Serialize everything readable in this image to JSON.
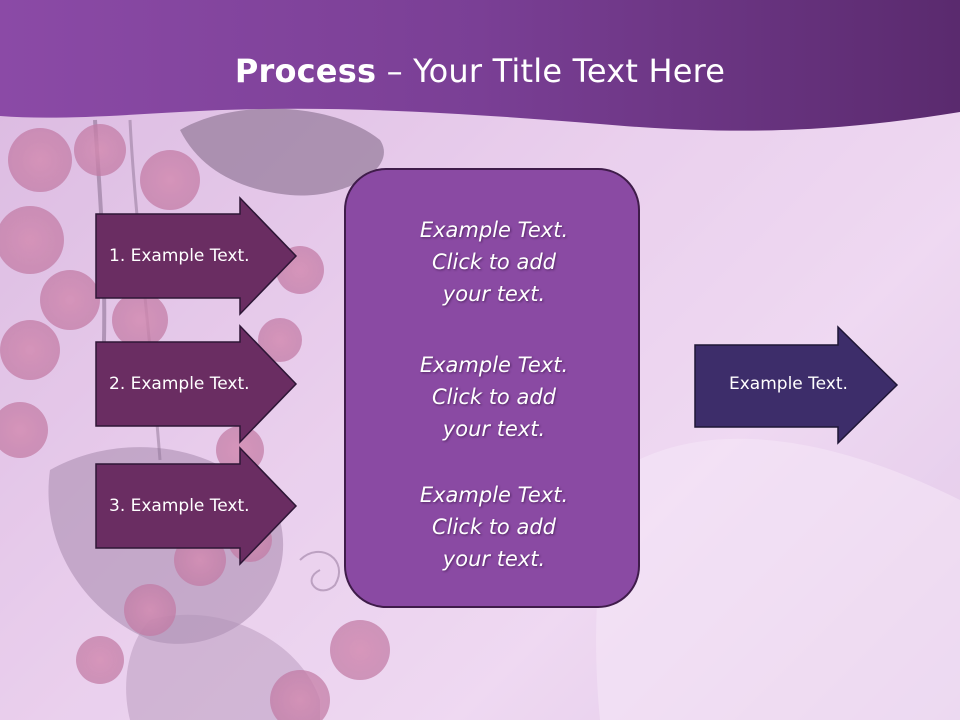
{
  "title": {
    "bold": "Process",
    "rest": " – Your Title Text Here"
  },
  "left_arrows": [
    {
      "label": "1. Example Text."
    },
    {
      "label": "2. Example Text."
    },
    {
      "label": "3. Example Text."
    }
  ],
  "center_box": {
    "blocks": [
      {
        "lines": [
          "Example Text.",
          "Click  to add",
          "your text."
        ]
      },
      {
        "lines": [
          "Example Text.",
          "Click  to add",
          "your text."
        ]
      },
      {
        "lines": [
          "Example Text.",
          "Click  to add",
          "your text."
        ]
      }
    ]
  },
  "right_arrow": {
    "label": "Example Text."
  },
  "colors": {
    "header": "#7a3f95",
    "left_arrow_fill": "#6a2d62",
    "center_box_fill": "#8a4aa3",
    "right_arrow_fill": "#3d2d6a",
    "outline": "#2e1636"
  }
}
